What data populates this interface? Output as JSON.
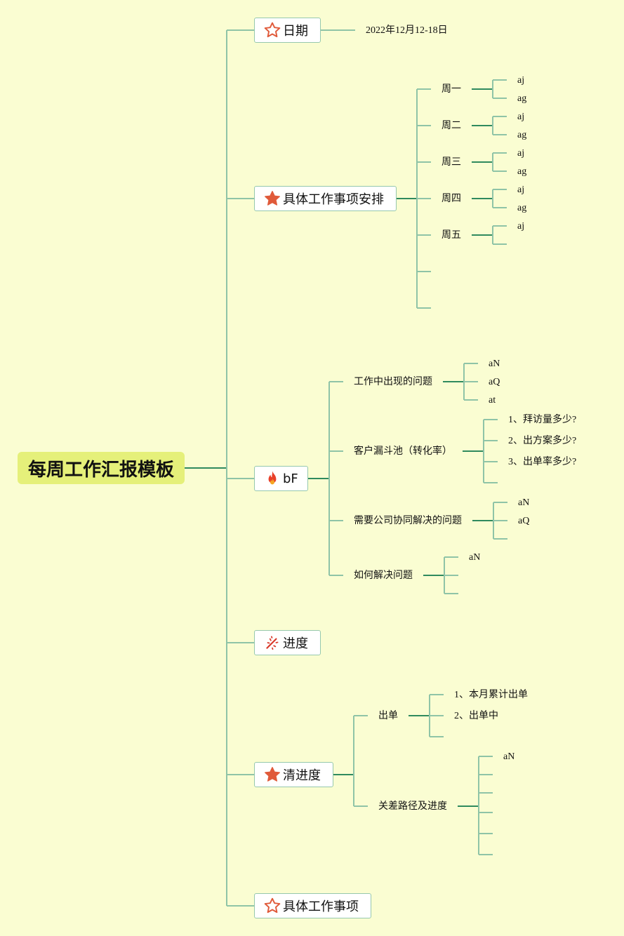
{
  "root": {
    "title": "每周工作汇报模板"
  },
  "branches": {
    "date": {
      "label": "日期",
      "icon": "star-outline-icon",
      "value": "2022年12月12-18日"
    },
    "schedule": {
      "label": "具体工作事项安排",
      "icon": "star-filled-icon",
      "days": [
        {
          "name": "周一",
          "items": [
            "aj",
            "ag"
          ]
        },
        {
          "name": "周二",
          "items": [
            "aj",
            "ag"
          ]
        },
        {
          "name": "周三",
          "items": [
            "aj",
            "ag"
          ]
        },
        {
          "name": "周四",
          "items": [
            "aj",
            "ag"
          ]
        },
        {
          "name": "周五",
          "items": [
            "aj",
            ""
          ]
        }
      ]
    },
    "bf": {
      "label": "bF",
      "icon": "fire-icon",
      "topics": [
        {
          "name": "工作中出现的问题",
          "items": [
            "aN",
            "aQ",
            "at"
          ]
        },
        {
          "name": "客户漏斗池（转化率）",
          "items": [
            "1、拜访量多少?",
            "2、出方案多少?",
            "3、出单率多少?",
            ""
          ]
        },
        {
          "name": "需要公司协同解决的问题",
          "items": [
            "aN",
            "aQ",
            ""
          ]
        },
        {
          "name": "如何解决问题",
          "items": [
            "aN",
            "",
            ""
          ]
        }
      ]
    },
    "progress": {
      "label": "进度",
      "icon": "sparkle-icon"
    },
    "clear_progress": {
      "label": "清进度",
      "icon": "star-filled-icon",
      "topics": [
        {
          "name": "出单",
          "items": [
            "1、本月累计出单",
            "2、出单中",
            ""
          ]
        },
        {
          "name": "关差路径及进度",
          "items": [
            "aN",
            "",
            "",
            "",
            "",
            ""
          ]
        }
      ]
    },
    "tasks": {
      "label": "具体工作事项",
      "icon": "star-outline-icon"
    }
  },
  "colors": {
    "background": "#fafdd2",
    "root_fill": "#e5f07a",
    "line_dark": "#2f8a5e",
    "line_light": "#8fc4a7",
    "icon_red": "#e05a3a"
  }
}
